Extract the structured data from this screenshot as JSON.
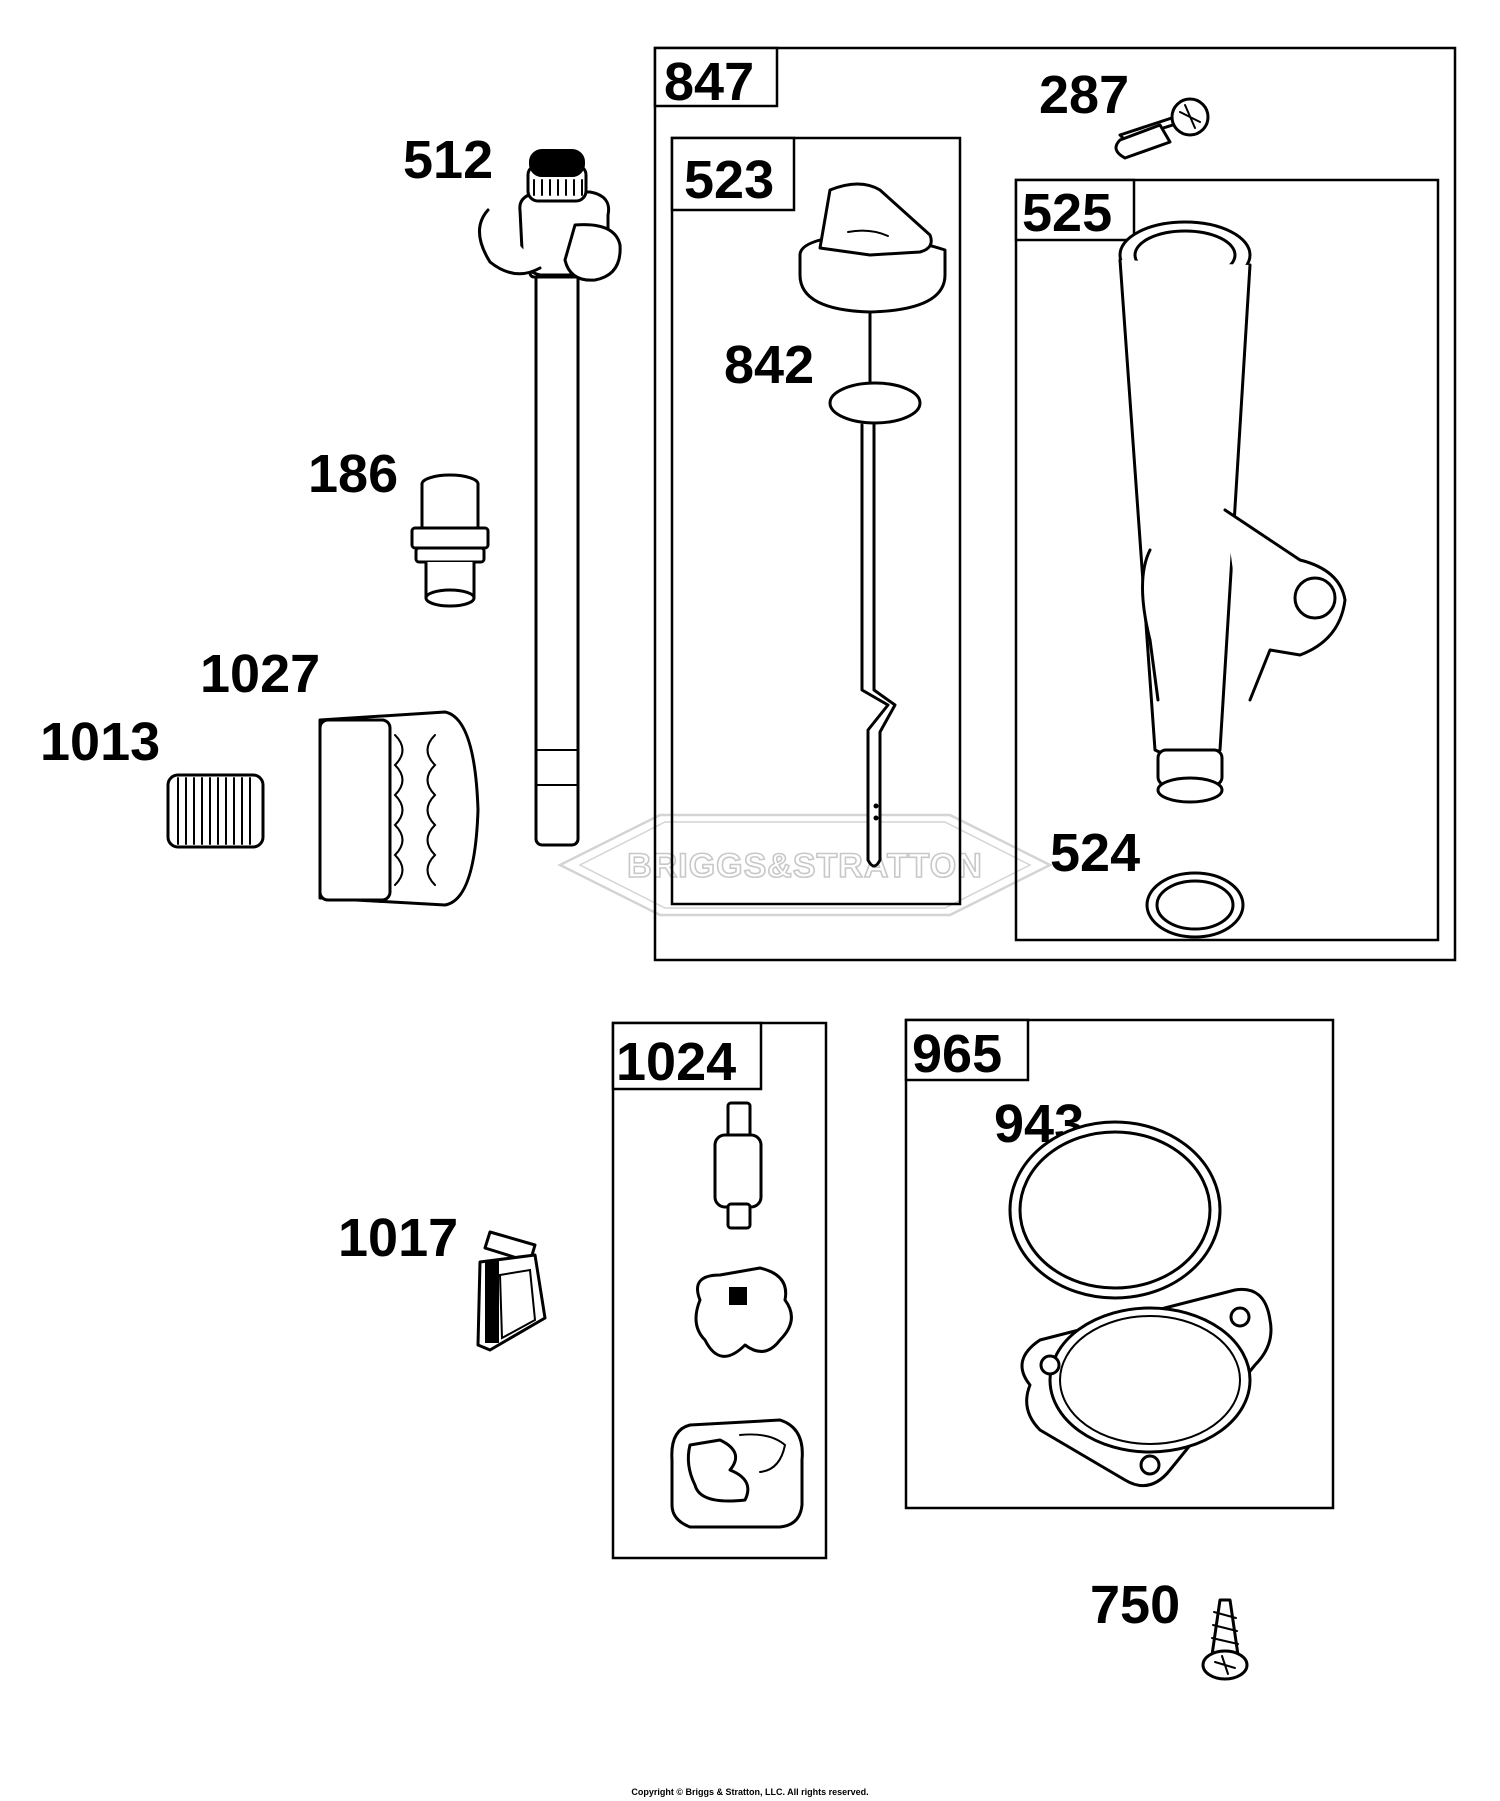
{
  "watermark": {
    "text": "BRIGGS&STRATTON"
  },
  "kits": {
    "k847": "847",
    "k523": "523",
    "k525": "525",
    "k1024": "1024",
    "k965": "965"
  },
  "parts": {
    "p512": "512",
    "p186": "186",
    "p1027": "1027",
    "p1013": "1013",
    "p842": "842",
    "p287": "287",
    "p524": "524",
    "p943": "943",
    "p1017": "1017",
    "p750": "750"
  },
  "footer": {
    "copyright": "Copyright © Briggs & Stratton, LLC. All rights reserved."
  }
}
